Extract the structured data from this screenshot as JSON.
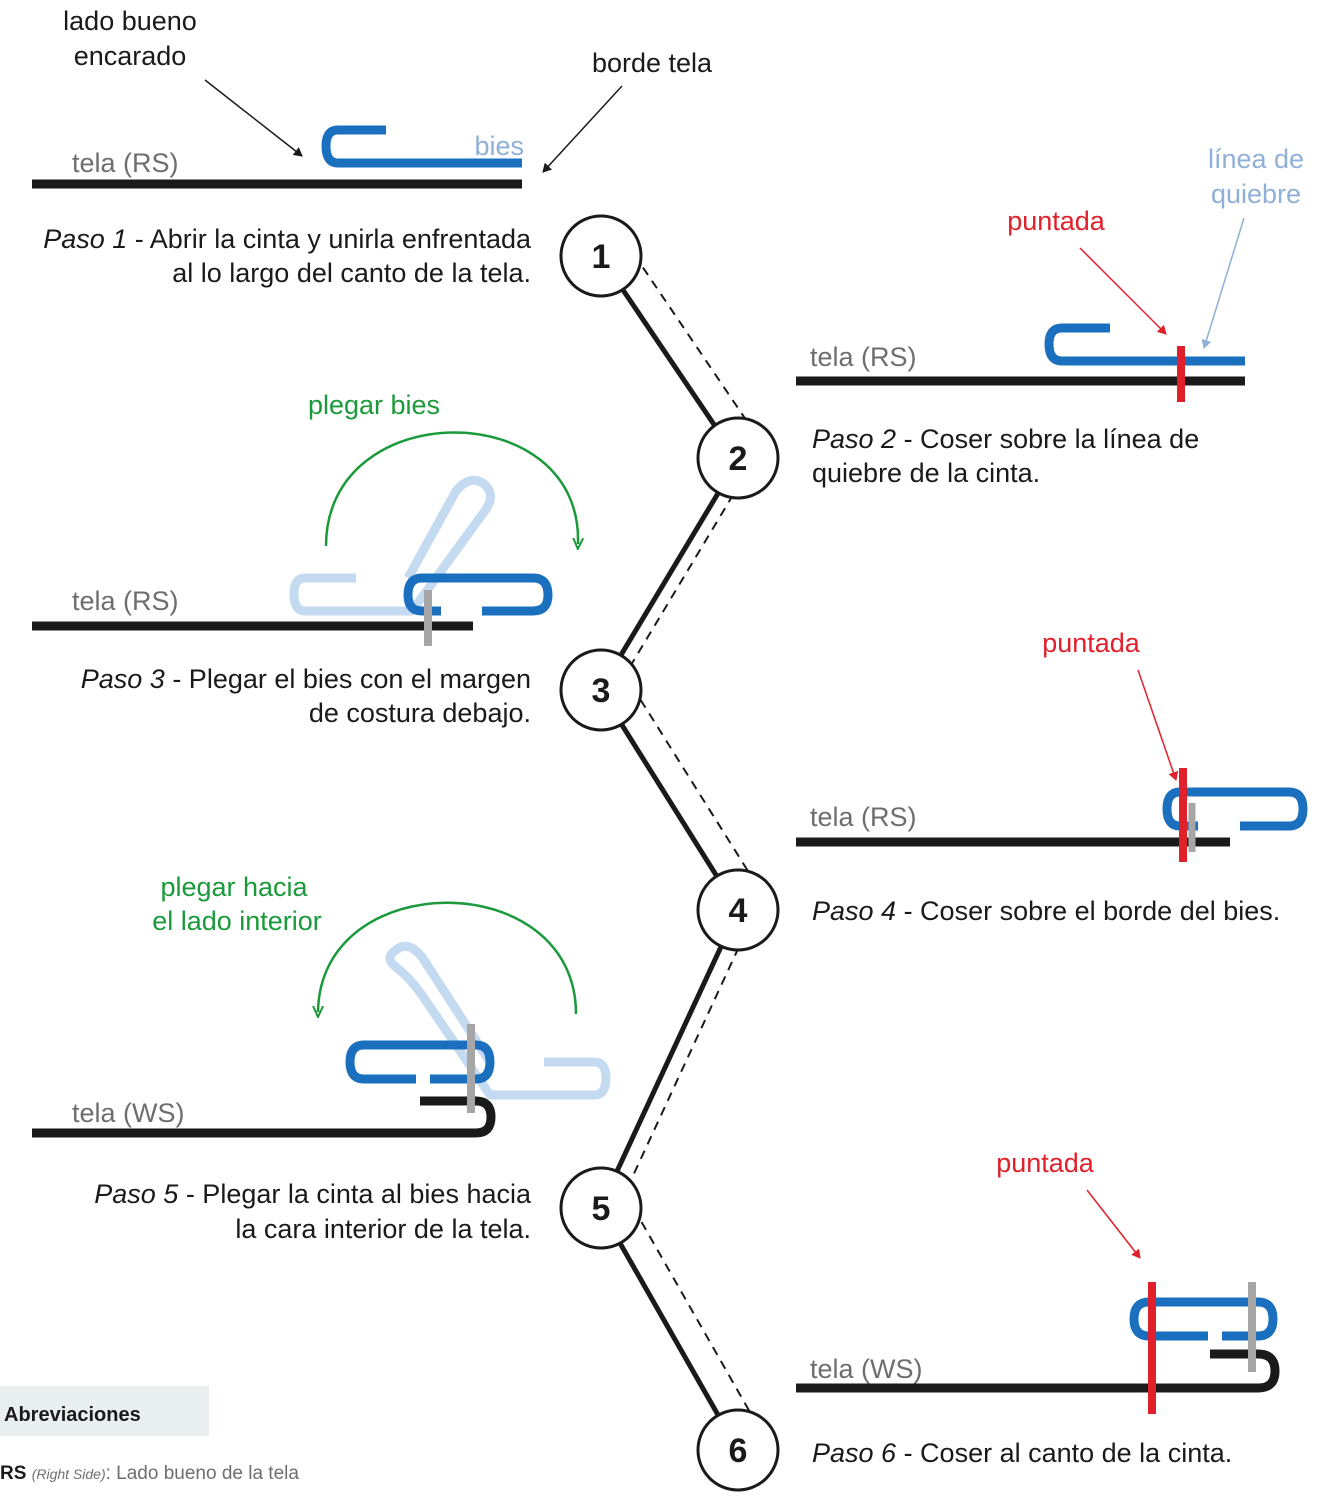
{
  "labels": {
    "lado_bueno_1": "lado bueno",
    "lado_bueno_2": "encarado",
    "borde_tela": "borde tela",
    "bies": "bies",
    "linea_quiebre_1": "línea de",
    "linea_quiebre_2": "quiebre",
    "puntada": "puntada",
    "plegar_bies": "plegar bies",
    "plegar_hacia_1": "plegar hacia",
    "plegar_hacia_2": "el lado interior",
    "tela_rs": "tela (RS)",
    "tela_ws": "tela (WS)"
  },
  "steps": [
    {
      "num": "1",
      "prefix": "Paso 1",
      "line1": " - Abrir la cinta y unirla enfrentada",
      "line2": "al lo largo del canto de la tela."
    },
    {
      "num": "2",
      "prefix": "Paso 2",
      "line1": " - Coser sobre la línea de",
      "line2": "quiebre de la cinta."
    },
    {
      "num": "3",
      "prefix": "Paso 3",
      "line1": " - Plegar el bies con el margen",
      "line2": "de costura debajo."
    },
    {
      "num": "4",
      "prefix": "Paso 4",
      "line1": " - Coser sobre el borde del bies.",
      "line2": ""
    },
    {
      "num": "5",
      "prefix": "Paso 5",
      "line1": " - Plegar la cinta al bies hacia",
      "line2": "la cara interior de la tela."
    },
    {
      "num": "6",
      "prefix": "Paso 6",
      "line1": " - Coser al canto de la cinta.",
      "line2": ""
    }
  ],
  "legend": {
    "title": "Abreviaciones",
    "abbr": "RS",
    "abbr_full": "(Right Side)",
    "definition": ": Lado bueno de la tela"
  },
  "colors": {
    "fabric": "#1a1a1a",
    "bias": "#1a6fbf",
    "bias_light": "#c3daf0",
    "stitch": "#e0202a",
    "pin": "#a6a6a6",
    "fold_arrow": "#1a9a3a",
    "label_gray": "#6e6e6e",
    "label_blue": "#8fb0d8"
  }
}
